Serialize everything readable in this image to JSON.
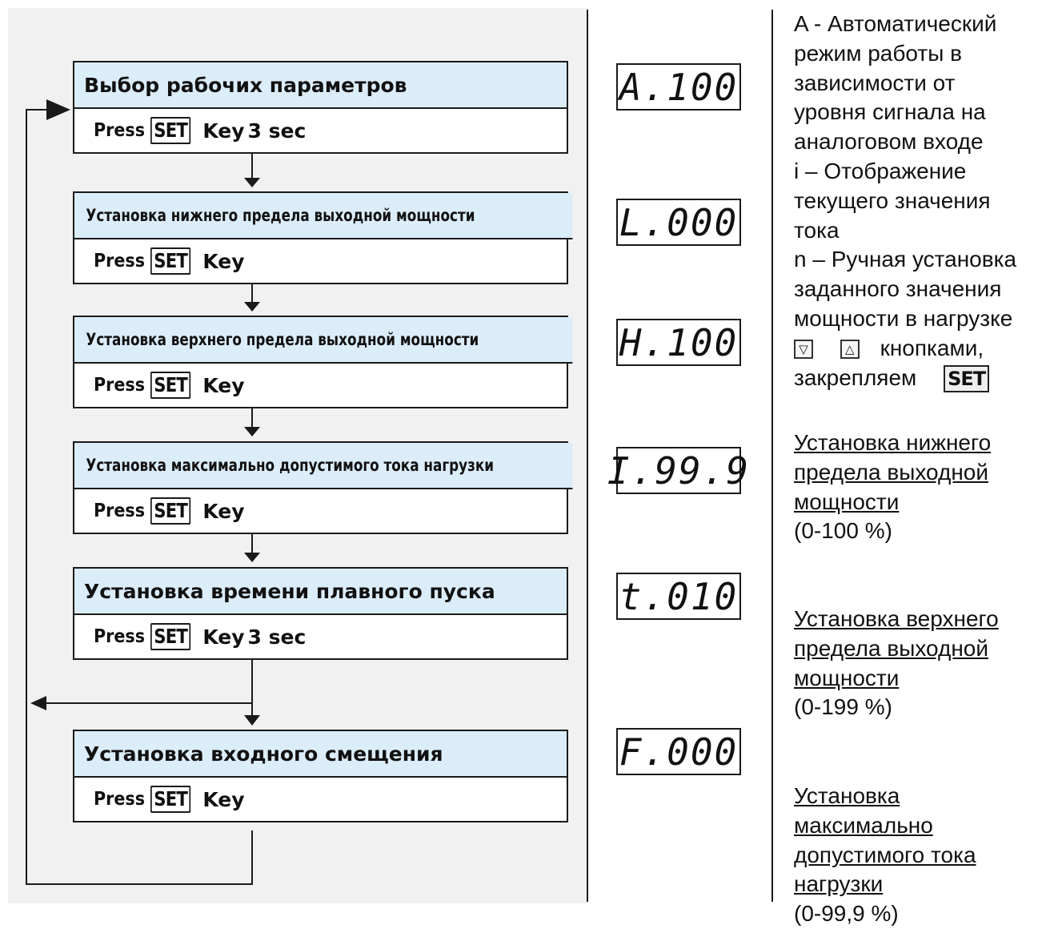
{
  "flow": {
    "press_word": "Press",
    "set_key": "SET",
    "steps": [
      {
        "title": "Выбор рабочих параметров",
        "key": "Key",
        "hold": "3 sec"
      },
      {
        "title": "Установка нижнего предела выходной мощности",
        "key": "Key",
        "hold": ""
      },
      {
        "title": "Установка верхнего предела выходной мощности",
        "key": "Key",
        "hold": ""
      },
      {
        "title": "Установка максимально допустимого тока нагрузки",
        "key": "Key",
        "hold": ""
      },
      {
        "title": "Установка времени плавного пуска",
        "key": "Key",
        "hold": "3 sec"
      },
      {
        "title": "Установка входного смещения",
        "key": "Key",
        "hold": ""
      }
    ]
  },
  "displays": [
    "A.100",
    "L.000",
    "H.100",
    "I.99.9",
    "t.010",
    "F.000"
  ],
  "notes": {
    "mode_lines": [
      "A - Автоматический",
      "режим работы в",
      "зависимости от",
      "уровня сигнала на",
      "аналоговом входе",
      "i – Отображение",
      "текущего значения",
      "тока",
      "n – Ручная  установка",
      "заданного значения",
      "мощности в нагрузке"
    ],
    "buttons_text": "кнопками,",
    "down_icon": "triangle-down-icon",
    "up_icon": "triangle-up-icon",
    "fix_text": "закрепляем",
    "fix_key": "SET",
    "low_limit": {
      "lines": [
        "Установка нижнего ",
        "предела выходной ",
        "мощности "
      ],
      "range": "(0-100 %)"
    },
    "high_limit": {
      "lines": [
        "Установка верхнего ",
        "предела выходной ",
        "мощности "
      ],
      "range": "(0-199 %)"
    },
    "max_current": {
      "lines": [
        "Установка ",
        "максимально ",
        "допустимого тока ",
        "нагрузки "
      ],
      "range": "(0-99,9 %)"
    }
  }
}
